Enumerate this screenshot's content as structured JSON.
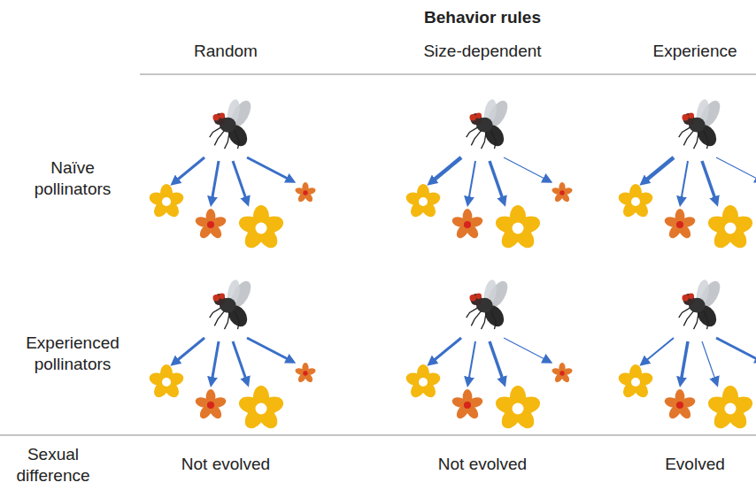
{
  "diagram": {
    "title": "Behavior rules",
    "labels": [
      "Random",
      "Size-dependent",
      "Experience",
      "Naïve pollinators",
      "Experienced pollinators",
      "Sexual difference",
      "Not evolved",
      "Not evolved",
      "Evolved"
    ]
  }
}
